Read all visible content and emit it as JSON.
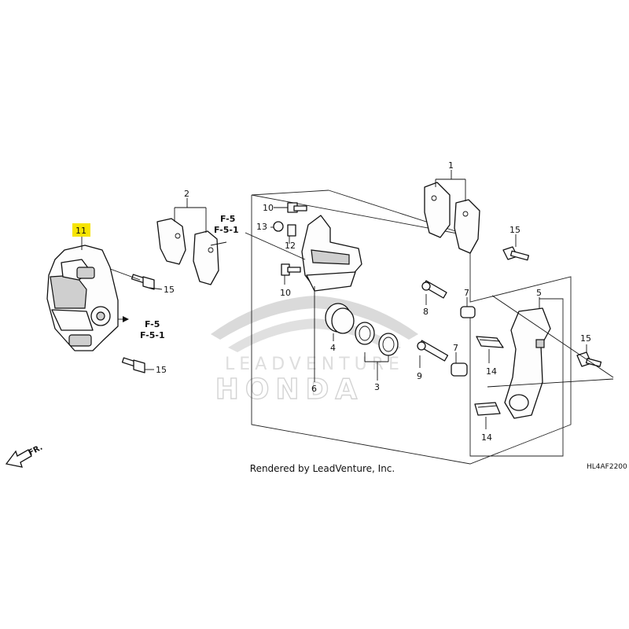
{
  "diagram_code": "HL4AF2200",
  "credit": "Rendered by LeadVenture, Inc.",
  "watermark_text": "HONDA",
  "watermark_text_2": "LEADVENTURE",
  "direction_label": "FR.",
  "highlight_color": "#f7e400",
  "callouts": {
    "c1": "1",
    "c2": "2",
    "c3": "3",
    "c4": "4",
    "c5": "5",
    "c6": "6",
    "c7a": "7",
    "c7b": "7",
    "c8": "8",
    "c9": "9",
    "c10a": "10",
    "c10b": "10",
    "c11": "11",
    "c12": "12",
    "c13": "13",
    "c14a": "14",
    "c14b": "14",
    "c15a": "15",
    "c15b": "15",
    "c15c": "15",
    "c15d": "15"
  },
  "references": {
    "r1a": "F-5",
    "r1b": "F-5-1",
    "r2a": "F-5",
    "r2b": "F-5-1"
  }
}
